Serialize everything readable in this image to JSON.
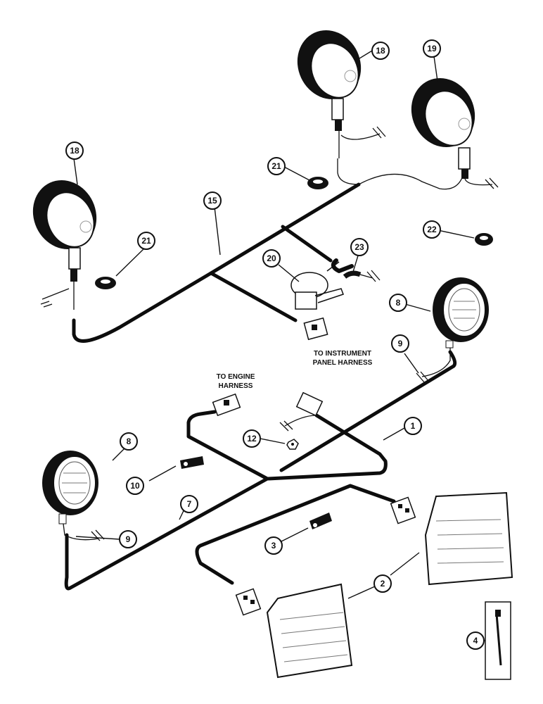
{
  "labels": {
    "engine_line1": "TO ENGINE",
    "engine_line2": "HARNESS",
    "panel_line1": "TO INSTRUMENT",
    "panel_line2": "PANEL HARNESS"
  },
  "callouts": {
    "c18a": "18",
    "c19": "19",
    "c18b": "18",
    "c21a": "21",
    "c21b": "21",
    "c15": "15",
    "c22": "22",
    "c23": "23",
    "c20": "20",
    "c8a": "8",
    "c9a": "9",
    "c1": "1",
    "c12": "12",
    "c8b": "8",
    "c10": "10",
    "c7": "7",
    "c9b": "9",
    "c3": "3",
    "c2": "2",
    "c4": "4"
  }
}
